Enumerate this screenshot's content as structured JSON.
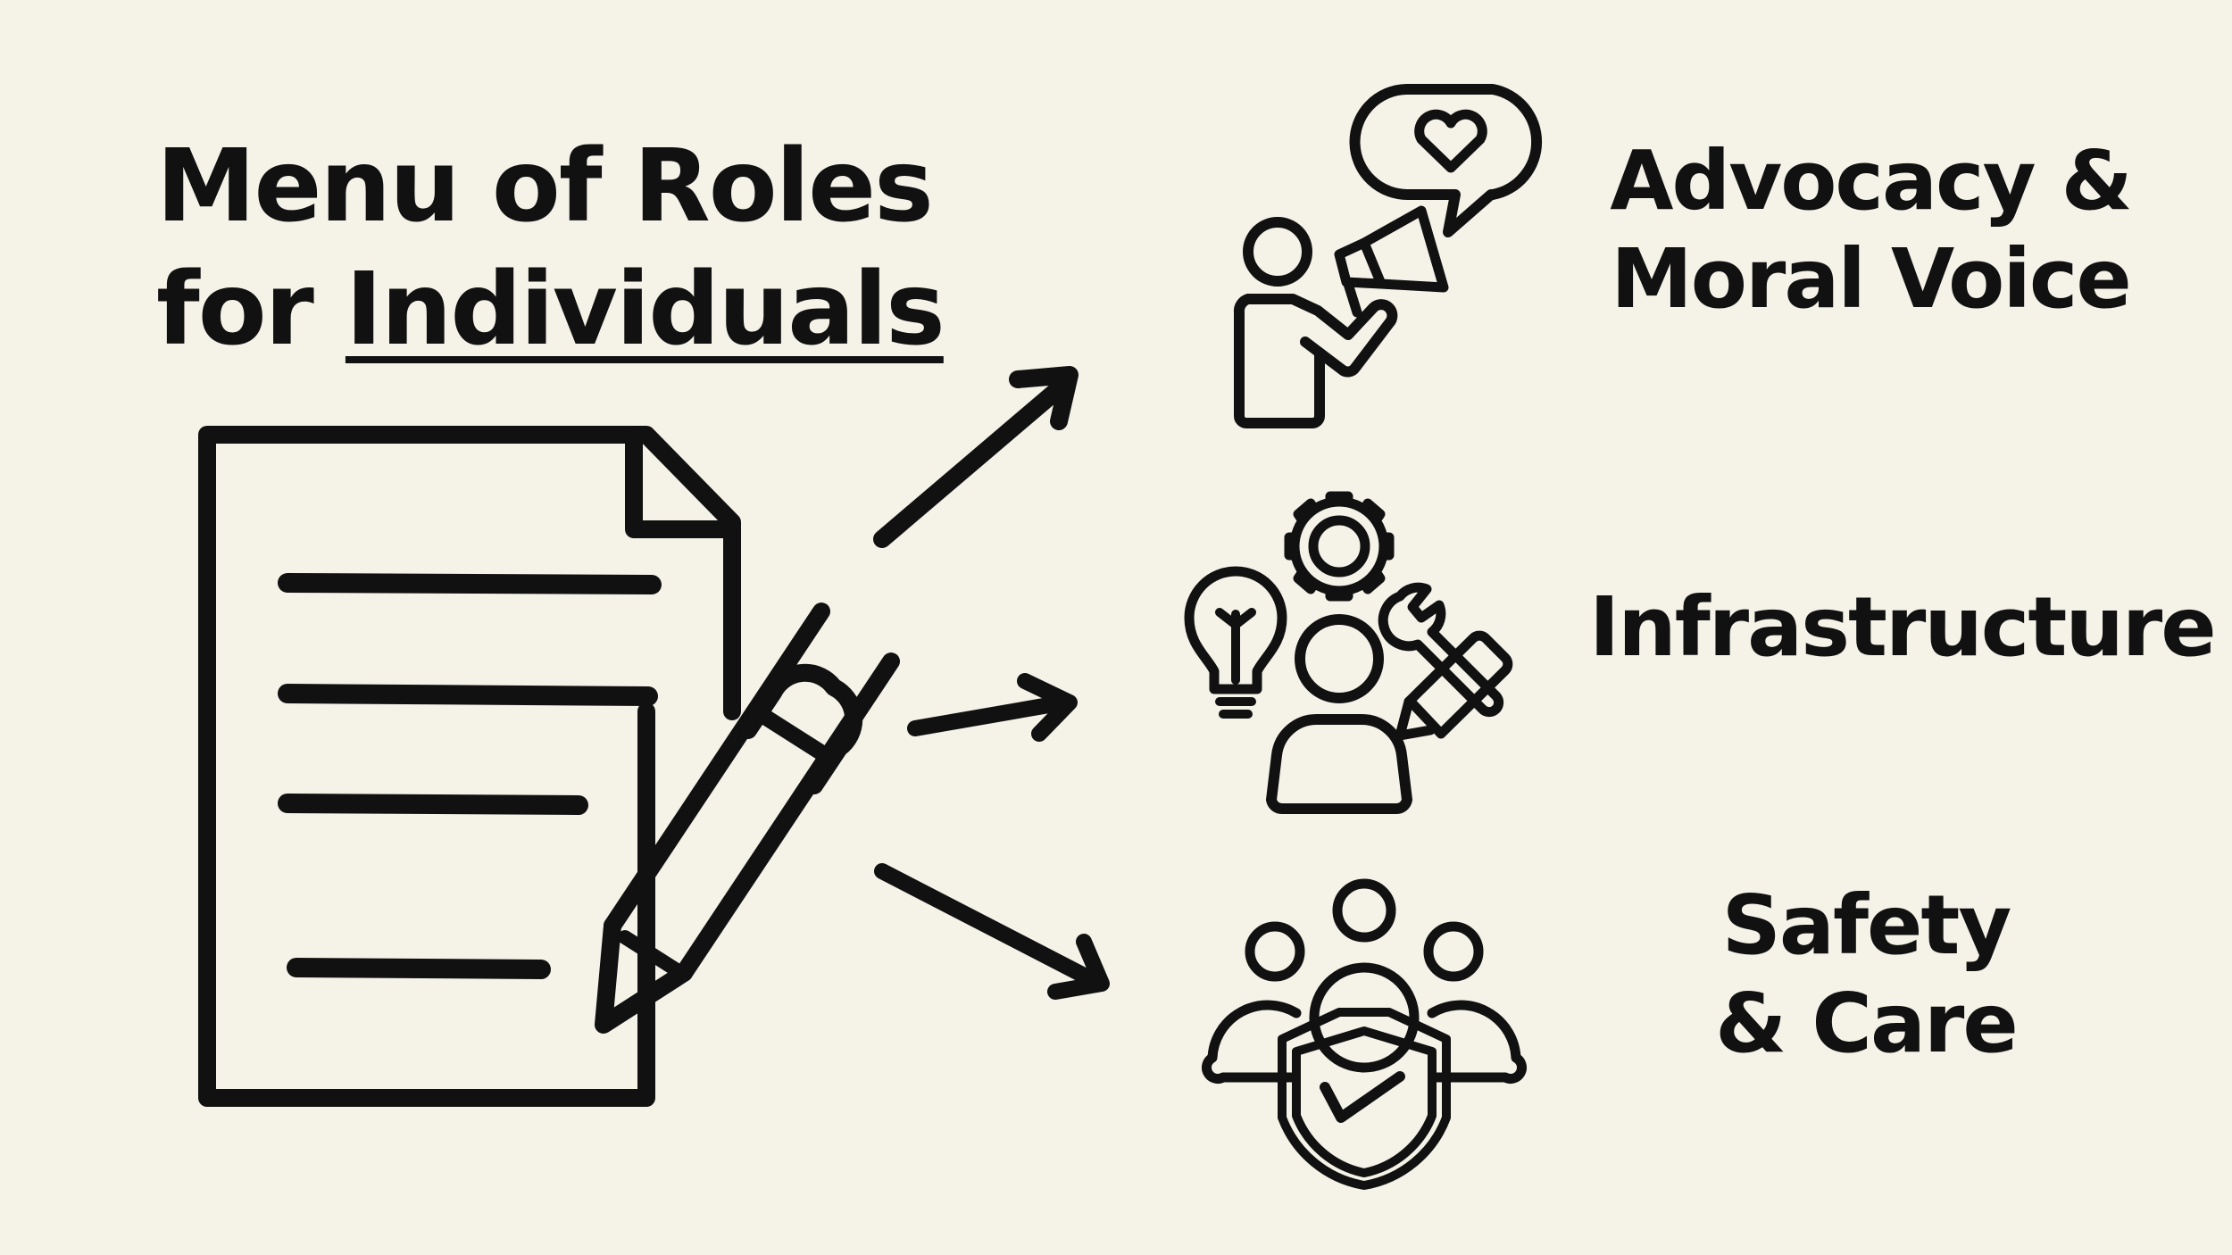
{
  "title": {
    "line1": "Menu of Roles",
    "line2_prefix": "for ",
    "line2_underlined": "Individuals"
  },
  "roles": [
    {
      "line1": "Advocacy &",
      "line2": "Moral Voice",
      "icon": "megaphone-advocate-icon"
    },
    {
      "line1": "Infrastructure",
      "icon": "builder-tools-icon"
    },
    {
      "line1": "Safety",
      "line2": "& Care",
      "icon": "group-shield-icon"
    }
  ],
  "icons": {
    "document": "document-with-pencil-icon",
    "arrows": [
      "arrow-up-right-icon",
      "arrow-right-icon",
      "arrow-down-right-icon"
    ]
  },
  "colors": {
    "background": "#f5f3e8",
    "ink": "#111111"
  }
}
